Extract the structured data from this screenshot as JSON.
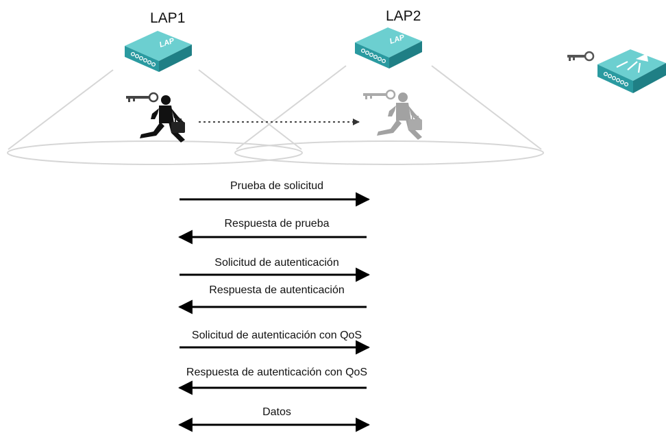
{
  "access_points": [
    {
      "label": "LAP1",
      "device_text": "LAP"
    },
    {
      "label": "LAP2",
      "device_text": "LAP"
    }
  ],
  "controller": {
    "icon": "wireless-controller-icon",
    "key_icon": "key-icon"
  },
  "client": {
    "icon": "roaming-user-icon",
    "key_icon": "key-icon"
  },
  "messages": [
    {
      "label": "Prueba de solicitud",
      "direction": "right"
    },
    {
      "label": "Respuesta de prueba",
      "direction": "left"
    },
    {
      "label": "Solicitud de autenticación",
      "direction": "right"
    },
    {
      "label": "Respuesta de autenticación",
      "direction": "left"
    },
    {
      "label": "Solicitud de autenticación con QoS",
      "direction": "right"
    },
    {
      "label": "Respuesta de autenticación con QoS",
      "direction": "left"
    },
    {
      "label": "Datos",
      "direction": "both"
    }
  ],
  "colors": {
    "device_teal": "#2a9aa0",
    "device_top": "#5fc4c6",
    "arrow": "#000000",
    "coverage": "#d8d8d8"
  }
}
